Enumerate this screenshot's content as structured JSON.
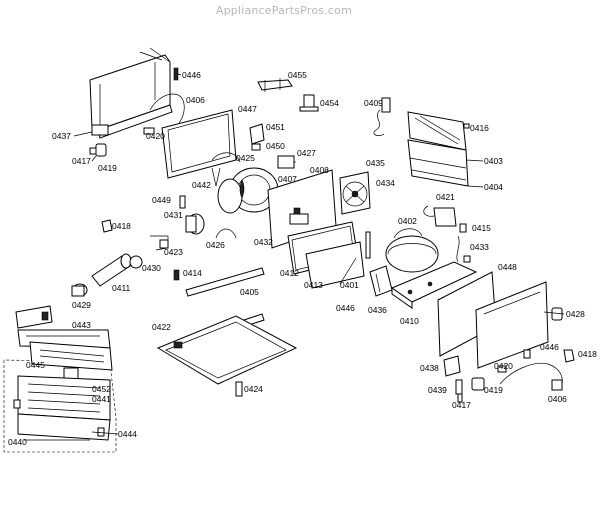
{
  "watermark": "AppliancePartsPros.com",
  "labels": {
    "p0446a": "0446",
    "p0455": "0455",
    "p0406a": "0406",
    "p0454": "0454",
    "p0409": "0409",
    "p0447": "0447",
    "p0437": "0437",
    "p0420a": "0420",
    "p0451": "0451",
    "p0416": "0416",
    "p0417a": "0417",
    "p0419a": "0419",
    "p0450": "0450",
    "p0425": "0425",
    "p0427": "0427",
    "p0435": "0435",
    "p0403": "0403",
    "p0442": "0442",
    "p0407": "0407",
    "p0408": "0408",
    "p0434": "0434",
    "p0404": "0404",
    "p0449": "0449",
    "p0421": "0421",
    "p0418a": "0418",
    "p0431": "0431",
    "p0402": "0402",
    "p0415": "0415",
    "p0423": "0423",
    "p0426": "0426",
    "p0432": "0432",
    "p0433": "0433",
    "p0430": "0430",
    "p0414": "0414",
    "p0412": "0412",
    "p0413": "0413",
    "p0401": "0401",
    "p0448": "0448",
    "p0411": "0411",
    "p0429": "0429",
    "p0405": "0405",
    "p0446b": "0446",
    "p0436": "0436",
    "p0410": "0410",
    "p0428": "0428",
    "p0443": "0443",
    "p0422": "0422",
    "p0446c": "0446",
    "p0418b": "0418",
    "p0445": "0445",
    "p0438": "0438",
    "p0420b": "0420",
    "p0452": "0452",
    "p0441": "0441",
    "p0424": "0424",
    "p0439": "0439",
    "p0419b": "0419",
    "p0406b": "0406",
    "p0417b": "0417",
    "p0440": "0440",
    "p0444": "0444"
  }
}
